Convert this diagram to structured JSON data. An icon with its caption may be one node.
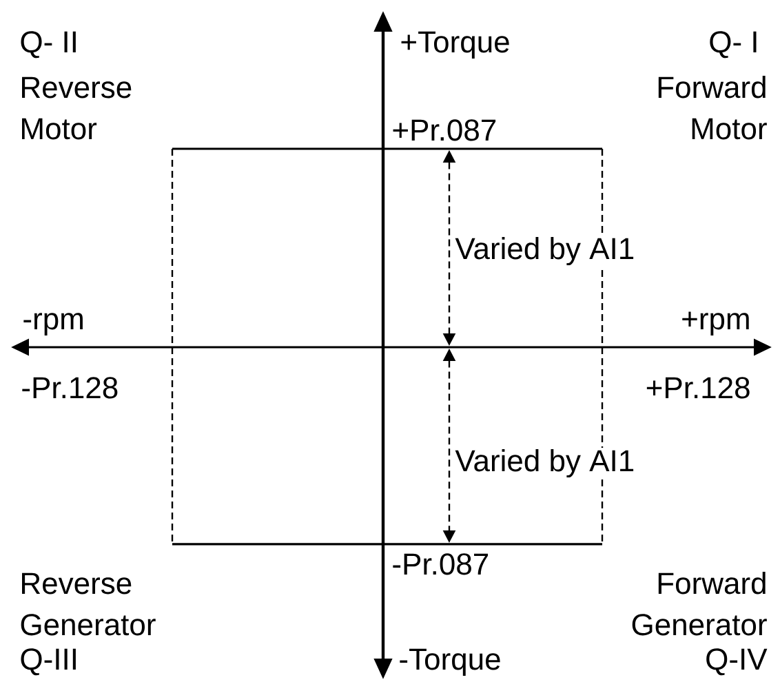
{
  "diagram": {
    "labels": [
      "Q- II",
      "+Torque",
      "Q- I",
      "Reverse Motor",
      "Forward Motor",
      "+Pr.087",
      "Varied by AI1",
      "-rpm",
      "+rpm",
      "-Pr.128",
      "+Pr.128",
      "Varied by AI1",
      "-Pr.087",
      "Reverse Generator",
      "Forward Generator",
      "Q-III",
      "-Torque",
      "Q-IV"
    ]
  }
}
